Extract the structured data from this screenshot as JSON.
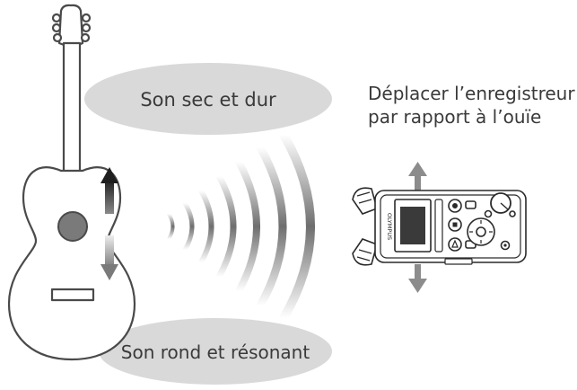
{
  "labels": {
    "top_bubble": "Son sec et dur",
    "bottom_bubble": "Son rond et résonant",
    "instruction_line1": "Déplacer l’enregistreur",
    "instruction_line2": "par rapport à l’ouïe"
  },
  "device": {
    "brand_text": "OLYMPUS"
  },
  "icons": {
    "guitar": "guitar-icon",
    "recorder": "voice-recorder-icon",
    "sound_waves": "sound-waves-icon"
  },
  "colors": {
    "bubble_fill": "#d9d9d9",
    "text": "#3a3a3a",
    "outline": "#4a4a4a",
    "arrow_up_fill": "#3f3f3f",
    "arrow_down_fill": "#8a8a8a",
    "arrow_device": "#8c8c8c",
    "soundhole": "#7a7a7a"
  }
}
